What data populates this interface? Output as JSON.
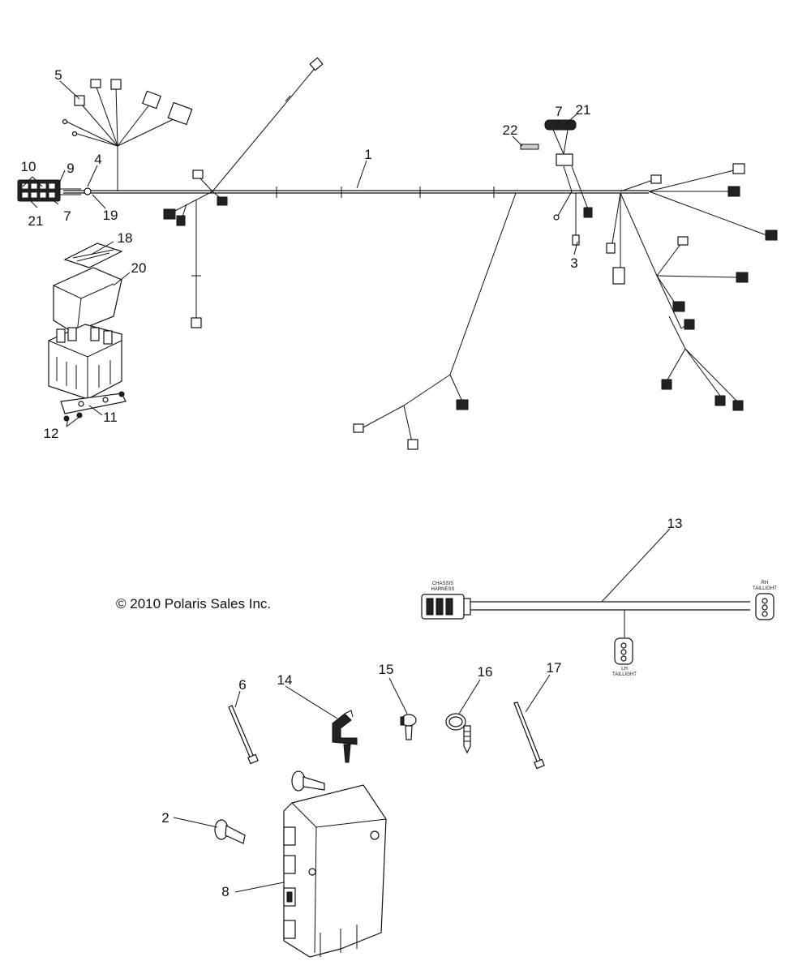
{
  "copyright": "© 2010 Polaris Sales Inc.",
  "callouts": {
    "c1": "1",
    "c2": "2",
    "c3": "3",
    "c4": "4",
    "c5": "5",
    "c6": "6",
    "c7a": "7",
    "c7b": "7",
    "c8": "8",
    "c9": "9",
    "c10": "10",
    "c11": "11",
    "c12": "12",
    "c13": "13",
    "c14": "14",
    "c15": "15",
    "c16": "16",
    "c17": "17",
    "c18": "18",
    "c19": "19",
    "c20": "20",
    "c21a": "21",
    "c21b": "21",
    "c22": "22"
  },
  "harness_labels": {
    "chassis_line1": "CHASSIS",
    "chassis_line2": "HARNESS",
    "rh_line1": "RH",
    "rh_line2": "TAILLIGHT",
    "lh_line1": "LH",
    "lh_line2": "TAILLIGHT"
  }
}
